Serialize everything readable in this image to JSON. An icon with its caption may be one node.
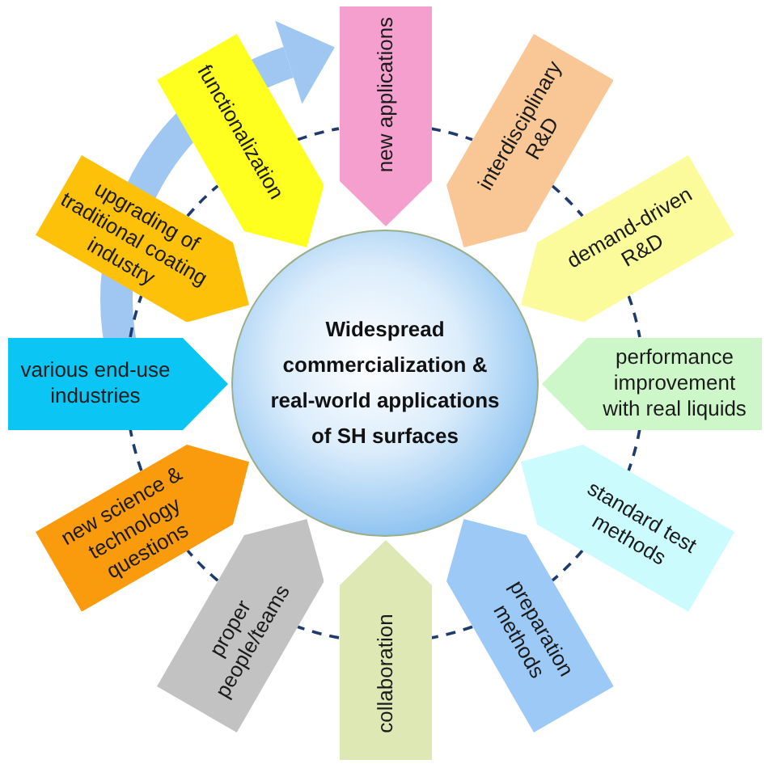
{
  "diagram": {
    "nodes": [
      {
        "text": [
          "Widespread commercialization & real-world applications of SH surfaces"
        ]
      },
      {
        "text": [
          "new applications"
        ]
      },
      {
        "text": [
          "interdisciplinary R&D"
        ]
      },
      {
        "text": [
          "demand-driven R&D"
        ]
      },
      {
        "text": [
          "performance improvement with real liquids"
        ]
      },
      {
        "text": [
          "standard test methods"
        ]
      },
      {
        "text": [
          "preparation methods"
        ]
      },
      {
        "text": [
          "collaboration"
        ]
      },
      {
        "text": [
          "proper people/teams"
        ]
      },
      {
        "text": [
          "new science & technology questions"
        ]
      },
      {
        "text": [
          "various end-use industries"
        ]
      },
      {
        "text": [
          "upgrading of traditional coating industry"
        ]
      },
      {
        "text": [
          "functionalization"
        ]
      }
    ],
    "edges": [
      {
        "from": 1,
        "to": 2,
        "arrow": "none",
        "style": "dashed"
      },
      {
        "from": 2,
        "to": 3,
        "arrow": "none",
        "style": "dashed"
      },
      {
        "from": 3,
        "to": 4,
        "arrow": "none",
        "style": "dashed"
      },
      {
        "from": 4,
        "to": 5,
        "arrow": "none",
        "style": "dashed"
      },
      {
        "from": 5,
        "to": 6,
        "arrow": "none",
        "style": "dashed"
      },
      {
        "from": 6,
        "to": 7,
        "arrow": "none",
        "style": "dashed"
      },
      {
        "from": 7,
        "to": 8,
        "arrow": "none",
        "style": "dashed"
      },
      {
        "from": 8,
        "to": 9,
        "arrow": "none",
        "style": "dashed"
      },
      {
        "from": 9,
        "to": 10,
        "arrow": "none",
        "style": "dashed"
      },
      {
        "from": 10,
        "to": 11,
        "arrow": "none",
        "style": "dashed"
      },
      {
        "from": 11,
        "to": 12,
        "arrow": "none",
        "style": "dashed"
      },
      {
        "from": 12,
        "to": 1,
        "arrow": "none",
        "style": "dashed"
      }
    ]
  }
}
